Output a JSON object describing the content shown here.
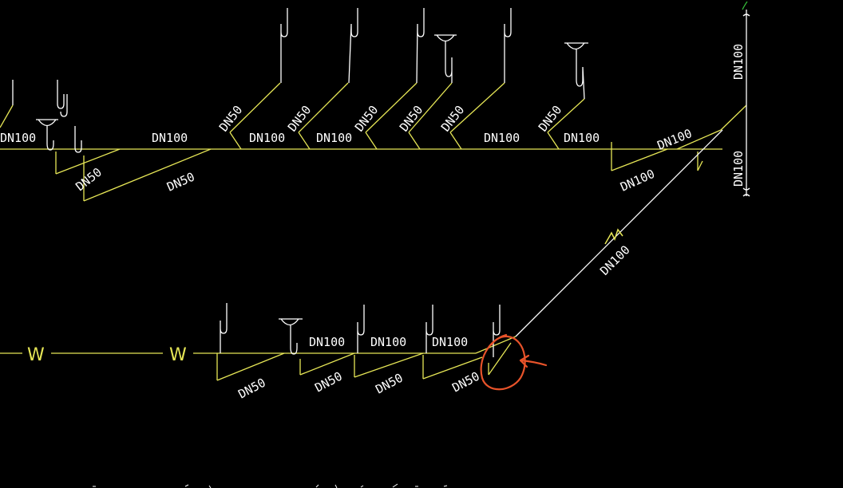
{
  "colors": {
    "background": "#000000",
    "pipe": "#e6e656",
    "fixture": "#ffffff",
    "label": "#ffffff",
    "waste_mark": "#e6e656",
    "markup": "#e8532a",
    "axis_tick": "#36c23a"
  },
  "labels": {
    "dn100": "DN100",
    "dn50": "DN50",
    "waste": "W"
  }
}
